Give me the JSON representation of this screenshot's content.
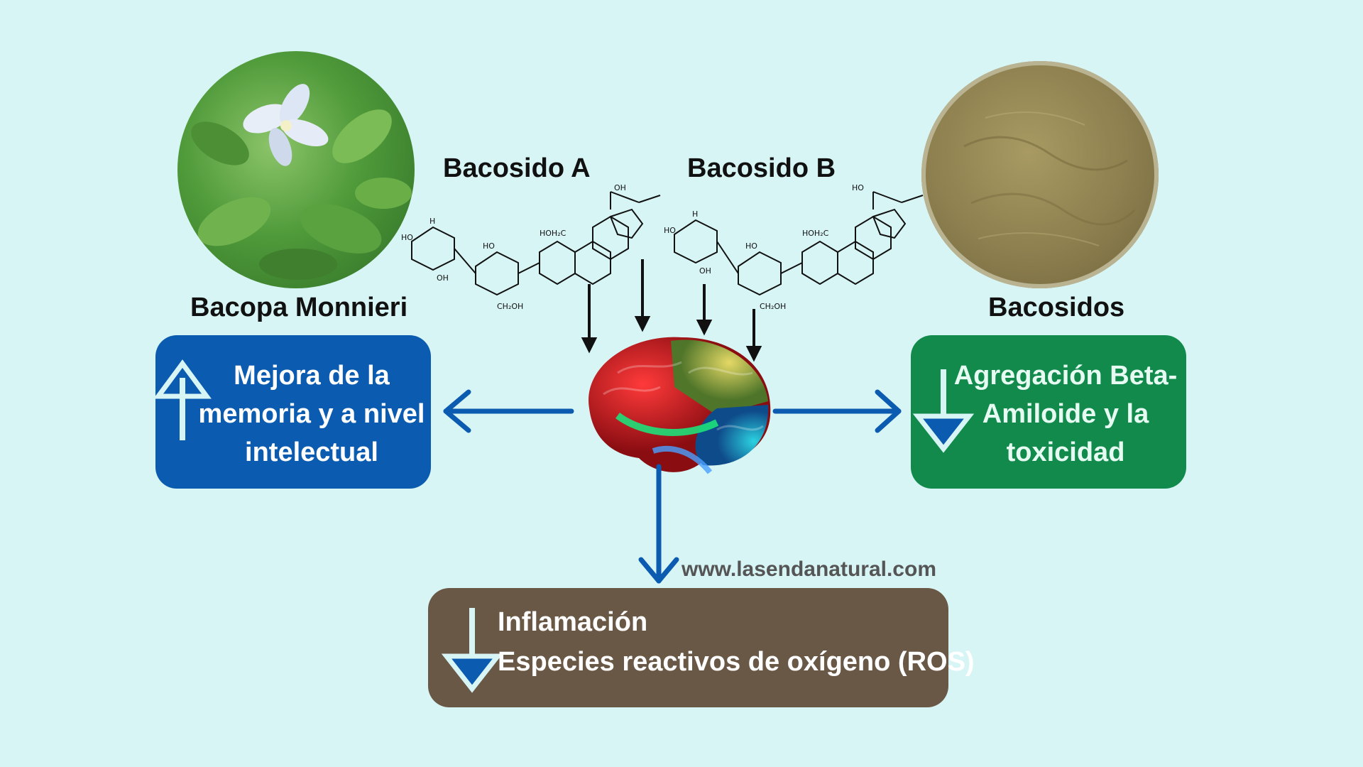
{
  "plant": {
    "name": "Bacopa Monnieri"
  },
  "powder": {
    "name": "Bacosidos"
  },
  "molecules": {
    "a": "Bacosido  A",
    "b": "Bacosido  B"
  },
  "effects": {
    "memory": {
      "line1": "Mejora de la",
      "line2": "memoria y a nivel",
      "line3": "intelectual",
      "direction": "up",
      "color": "#0b5cb0"
    },
    "amyloid": {
      "line1": "Agregación Beta-",
      "line2": "Amiloide y la",
      "line3": "toxicidad",
      "direction": "down",
      "color": "#118a4c"
    },
    "inflammation": {
      "line1": "Inflamación",
      "line2": "Especies reactivos de oxígeno (ROS)",
      "direction": "down",
      "color": "#6a5846"
    }
  },
  "website": "www.lasendanatural.com",
  "colors": {
    "background": "#d8f5f5",
    "arrow": "#0b5cb0"
  }
}
